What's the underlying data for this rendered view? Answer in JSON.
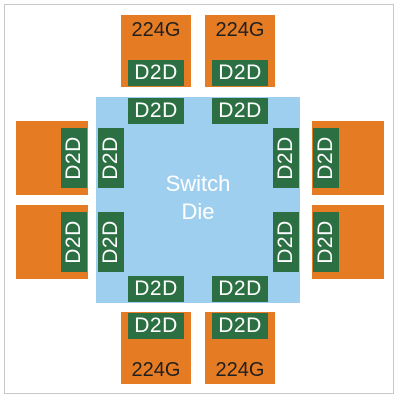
{
  "diagram": {
    "switch_label_line1": "Switch",
    "switch_label_line2": "Die",
    "d2d_label": "D2D",
    "chiplet_label": "224G",
    "colors": {
      "chiplet": "#e57b22",
      "switch_die": "#9fcfee",
      "d2d_block": "#2b6f43",
      "frame": "#c8c8c8"
    }
  }
}
